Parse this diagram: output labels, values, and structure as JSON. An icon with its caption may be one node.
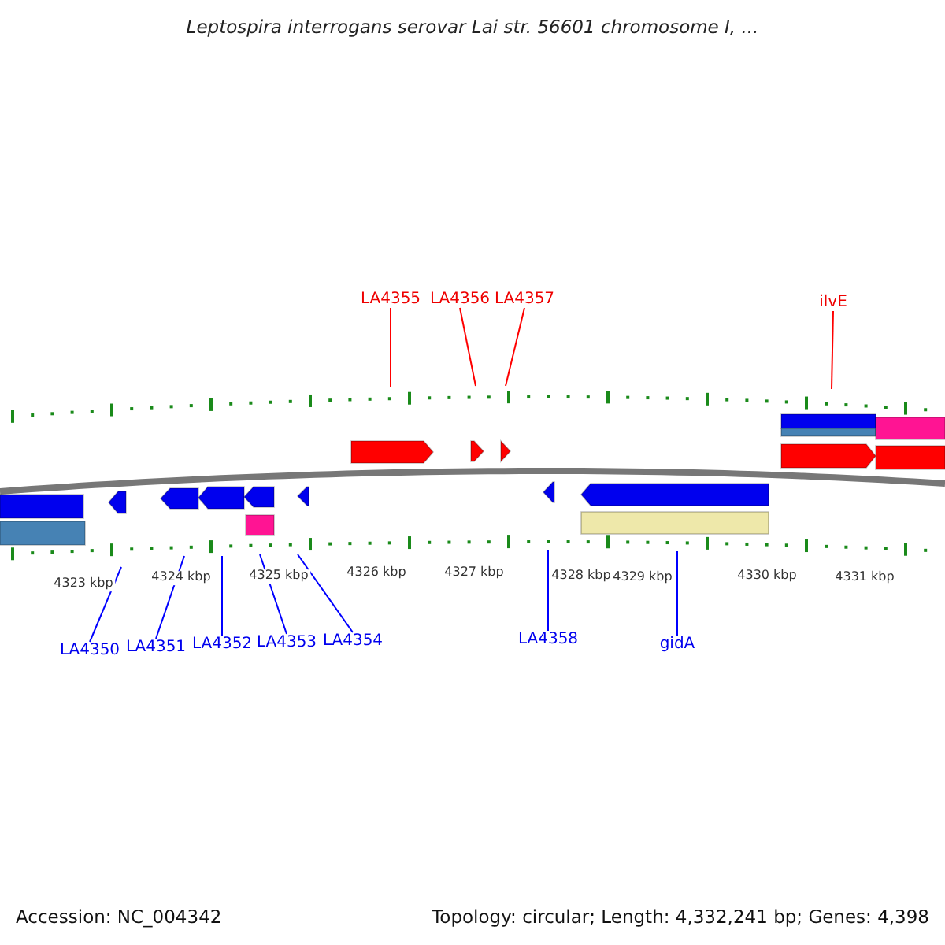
{
  "diagram": {
    "title": "Leptospira interrogans serovar Lai str. 56601 chromosome I, ...",
    "nodes": [
      {
        "text": [
          "LA4355"
        ]
      },
      {
        "text": [
          "LA4356"
        ]
      },
      {
        "text": [
          "LA4357"
        ]
      },
      {
        "text": [
          "ilvE"
        ]
      },
      {
        "text": [
          "LA4350"
        ]
      },
      {
        "text": [
          "LA4351"
        ]
      },
      {
        "text": [
          "LA4352"
        ]
      },
      {
        "text": [
          "LA4353"
        ]
      },
      {
        "text": [
          "LA4354"
        ]
      },
      {
        "text": [
          "LA4358"
        ]
      },
      {
        "text": [
          "gidA"
        ]
      }
    ],
    "edges": [
      {
        "from": 0,
        "to": null,
        "arrow": "none",
        "color": "#ff0000"
      },
      {
        "from": 1,
        "to": null,
        "arrow": "none",
        "color": "#ff0000"
      },
      {
        "from": 2,
        "to": null,
        "arrow": "none",
        "color": "#ff0000"
      },
      {
        "from": 3,
        "to": null,
        "arrow": "none",
        "color": "#ff0000"
      },
      {
        "from": 4,
        "to": null,
        "arrow": "none",
        "color": "#0000ff"
      },
      {
        "from": 5,
        "to": null,
        "arrow": "none",
        "color": "#0000ff"
      },
      {
        "from": 6,
        "to": null,
        "arrow": "none",
        "color": "#0000ff"
      },
      {
        "from": 7,
        "to": null,
        "arrow": "none",
        "color": "#0000ff"
      },
      {
        "from": 8,
        "to": null,
        "arrow": "none",
        "color": "#0000ff"
      },
      {
        "from": 9,
        "to": null,
        "arrow": "none",
        "color": "#0000ff"
      },
      {
        "from": 10,
        "to": null,
        "arrow": "none",
        "color": "#0000ff"
      }
    ],
    "labels": [
      "4323 kbp",
      "4324 kbp",
      "4325 kbp",
      "4326 kbp",
      "4327 kbp",
      "4328 kbp",
      "4329 kbp",
      "4330 kbp",
      "4331 kbp",
      "Accession: NC_004342",
      "Topology: circular; Length: 4,332,241 bp; Genes: 4,398"
    ]
  }
}
